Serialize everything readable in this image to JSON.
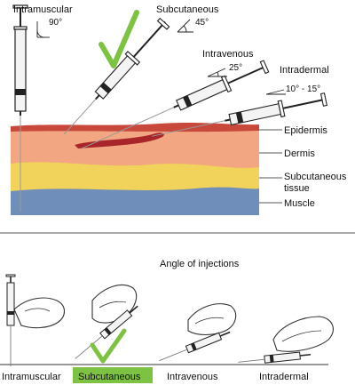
{
  "top": {
    "labels": {
      "intramuscular": "Intramuscular",
      "subcutaneous": "Subcutaneous",
      "intravenous": "Intravenous",
      "intradermal": "Intradermal"
    },
    "angles": {
      "intramuscular": "90°",
      "subcutaneous": "45°",
      "intravenous": "25°",
      "intradermal": "10° - 15°"
    },
    "layers": {
      "epidermis": "Epidermis",
      "dermis": "Dermis",
      "subcutaneous_line1": "Subcutaneous",
      "subcutaneous_line2": "tissue",
      "muscle": "Muscle"
    }
  },
  "bottom": {
    "title": "Angle of injections",
    "labels": {
      "intramuscular": "Intramuscular",
      "subcutaneous": "Subcutaneous",
      "intravenous": "Intravenous",
      "intradermal": "Intradermal"
    }
  },
  "colors": {
    "epidermis": "#c9483c",
    "dermis": "#f2a682",
    "subcutaneous_tissue": "#f1d25a",
    "muscle": "#6f8fba",
    "check": "#7dc242",
    "highlight": "#7dc242"
  },
  "icons": [
    "checkmark-icon",
    "syringe-icon",
    "hand-icon",
    "angle-icon"
  ]
}
